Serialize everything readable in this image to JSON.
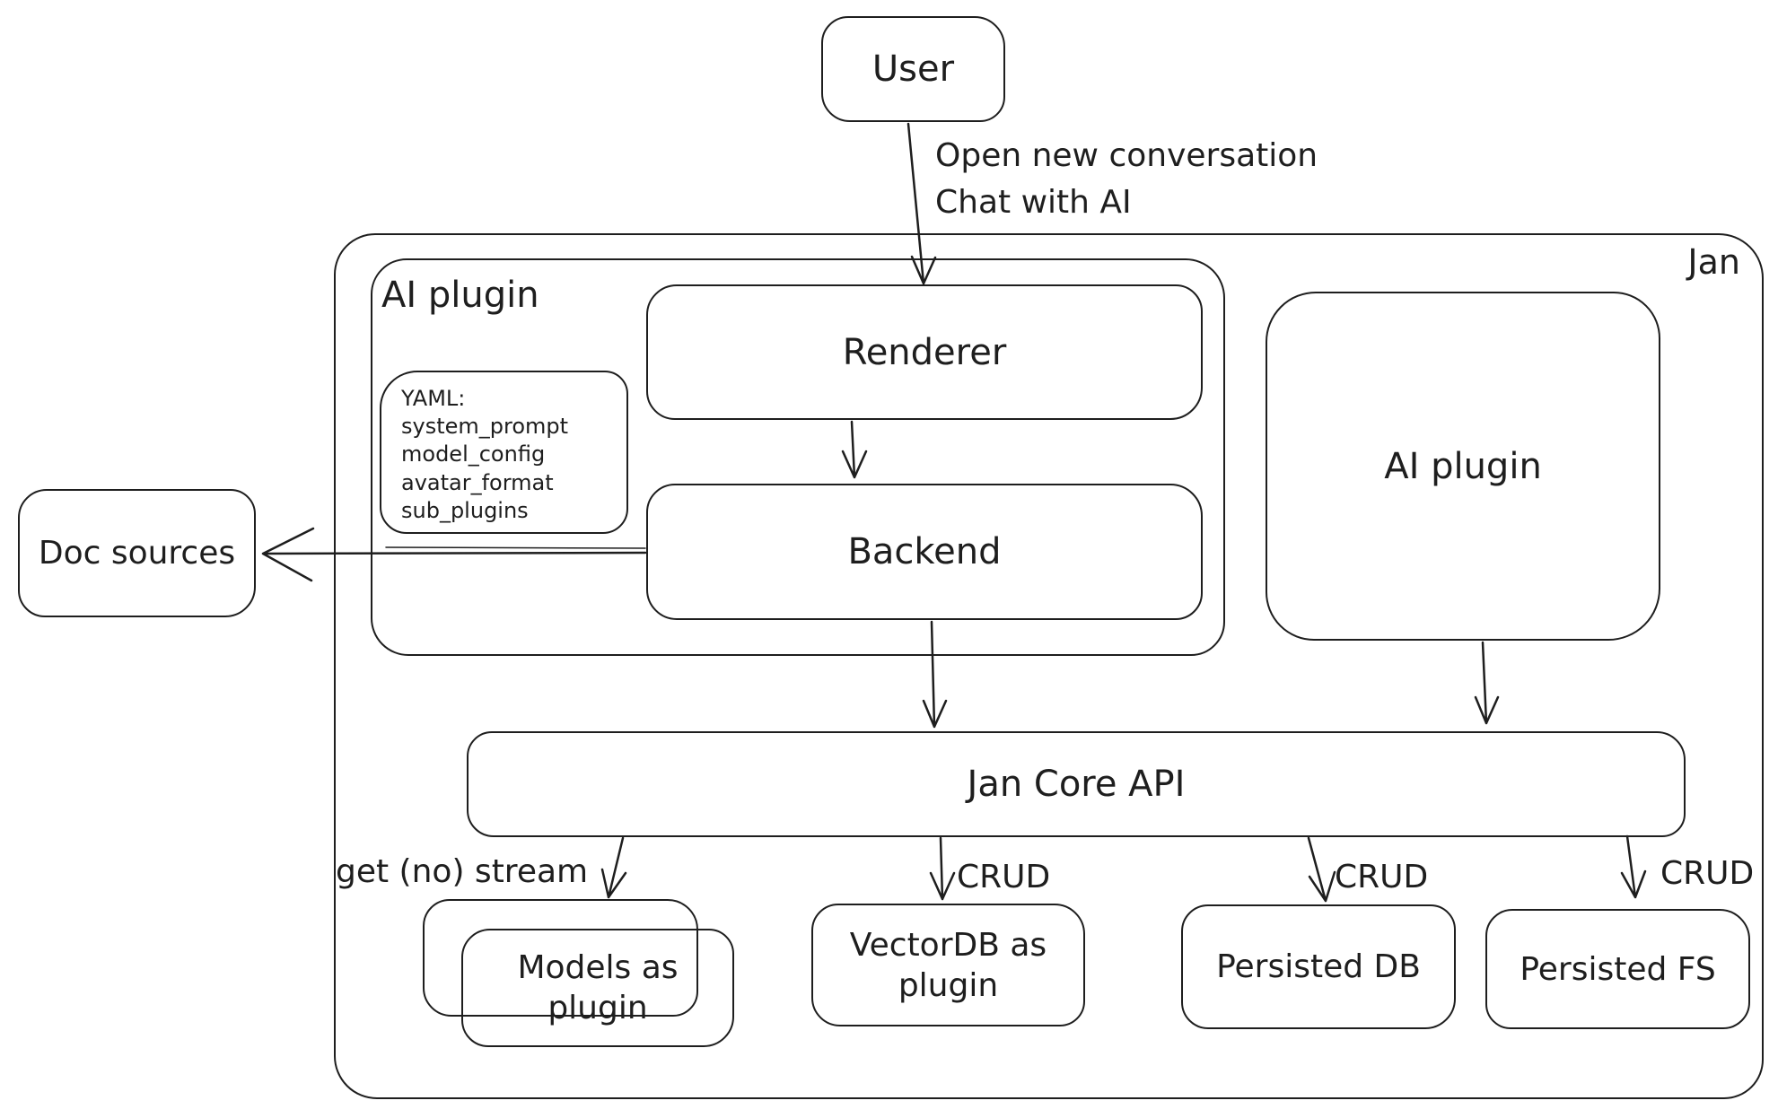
{
  "colors": {
    "stroke": "#1e1e1e",
    "background": "#ffffff"
  },
  "nodes": {
    "user": {
      "label": "User"
    },
    "jan_container": {
      "label": "Jan"
    },
    "ai_plugin_container": {
      "label": "AI plugin"
    },
    "renderer": {
      "label": "Renderer"
    },
    "backend": {
      "label": "Backend"
    },
    "yaml_note": {
      "lines": [
        "YAML:",
        "system_prompt",
        "model_config",
        "avatar_format",
        "sub_plugins"
      ]
    },
    "ai_plugin_right": {
      "label": "AI plugin"
    },
    "doc_sources": {
      "label": "Doc sources"
    },
    "jan_core_api": {
      "label": "Jan Core API"
    },
    "models_plugin": {
      "label": "Models as plugin"
    },
    "vectordb_plugin": {
      "label": "VectorDB as plugin"
    },
    "persisted_db": {
      "label": "Persisted DB"
    },
    "persisted_fs": {
      "label": "Persisted FS"
    }
  },
  "edge_labels": {
    "user_to_jan": "Open new conversation\nChat with AI",
    "get_no_stream": "get (no) stream",
    "crud_vectordb": "CRUD",
    "crud_persisted_db": "CRUD",
    "crud_persisted_fs": "CRUD"
  }
}
